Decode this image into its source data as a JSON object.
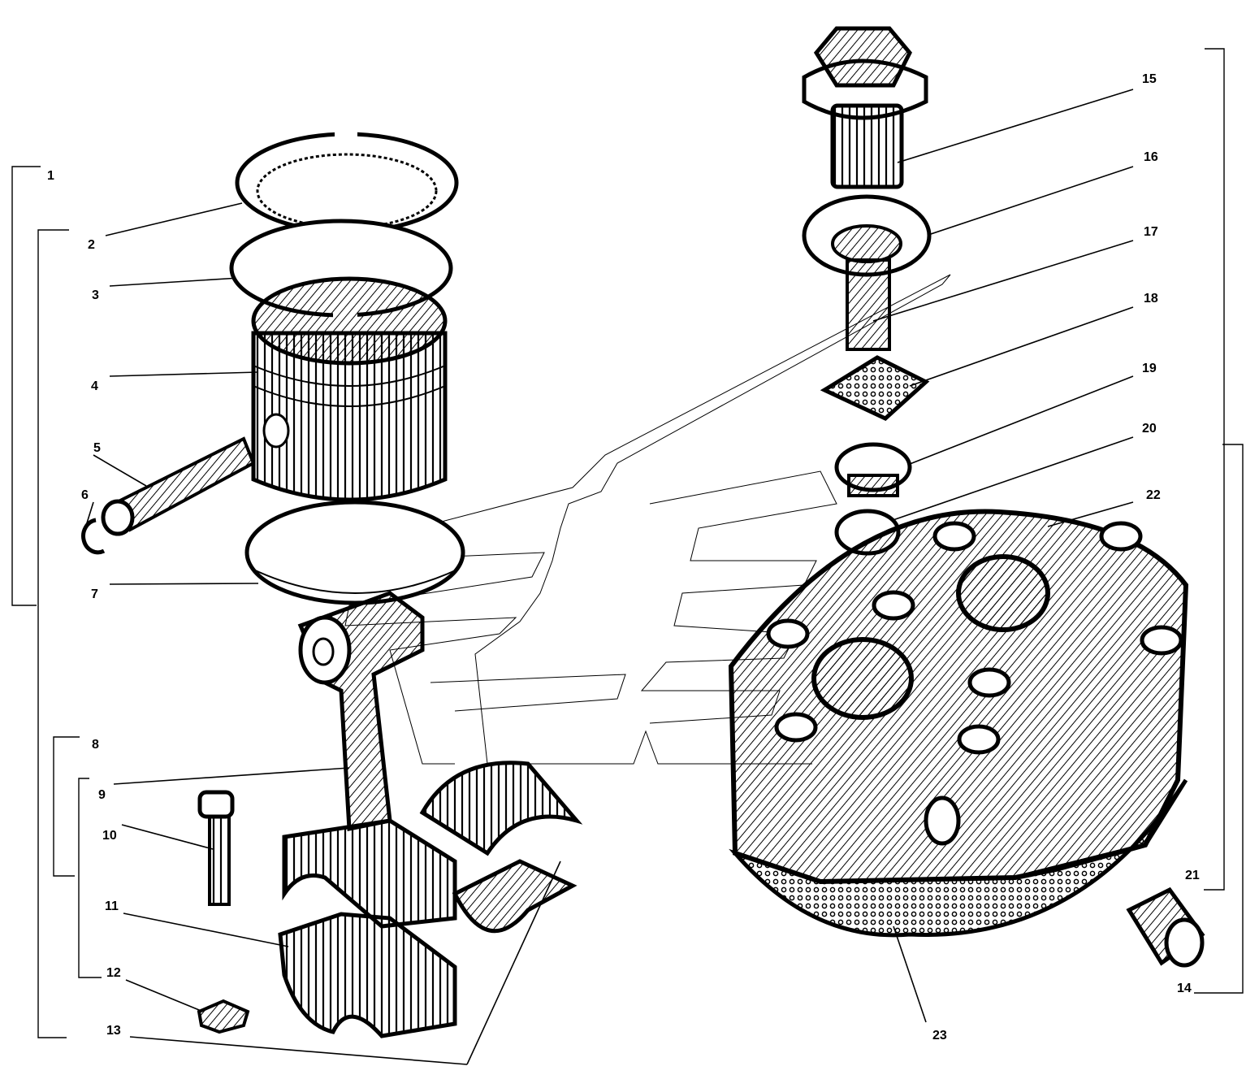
{
  "diagram": {
    "type": "exploded parts view",
    "callouts": [
      "1",
      "2",
      "3",
      "4",
      "5",
      "6",
      "7",
      "8",
      "9",
      "10",
      "11",
      "12",
      "13",
      "14",
      "15",
      "16",
      "17",
      "18",
      "19",
      "20",
      "21",
      "22",
      "23"
    ],
    "colors": {
      "ink": "#000000",
      "background": "#ffffff"
    }
  }
}
